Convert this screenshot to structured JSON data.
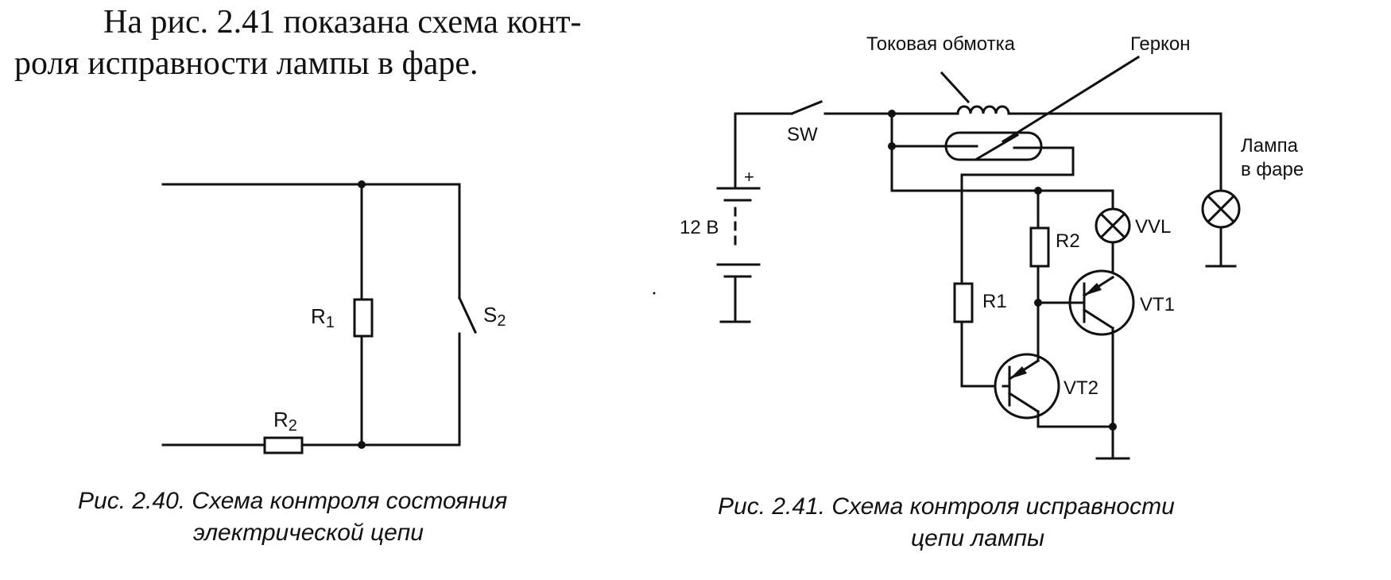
{
  "intro": {
    "line1": "На рис. 2.41 показана схема конт-",
    "line2": "роля исправности лампы в фаре."
  },
  "fig240": {
    "r1": "R",
    "r1_sub": "1",
    "r2": "R",
    "r2_sub": "2",
    "s2": "S",
    "s2_sub": "2",
    "caption_line1": "Рис. 2.40. Схема контроля состояния",
    "caption_line2": "электрической цепи"
  },
  "fig241": {
    "current_winding": "Токовая обмотка",
    "reed_switch": "Геркон",
    "sw": "SW",
    "battery_plus": "+",
    "voltage": "12 В",
    "lamp_line1": "Лампа",
    "lamp_line2": "в фаре",
    "vvl": "VVL",
    "r2": "R2",
    "r1": "R1",
    "vt1": "VT1",
    "vt2": "VT2",
    "caption_line1": "Рис. 2.41. Схема контроля исправности",
    "caption_line2": "цепи лампы"
  }
}
